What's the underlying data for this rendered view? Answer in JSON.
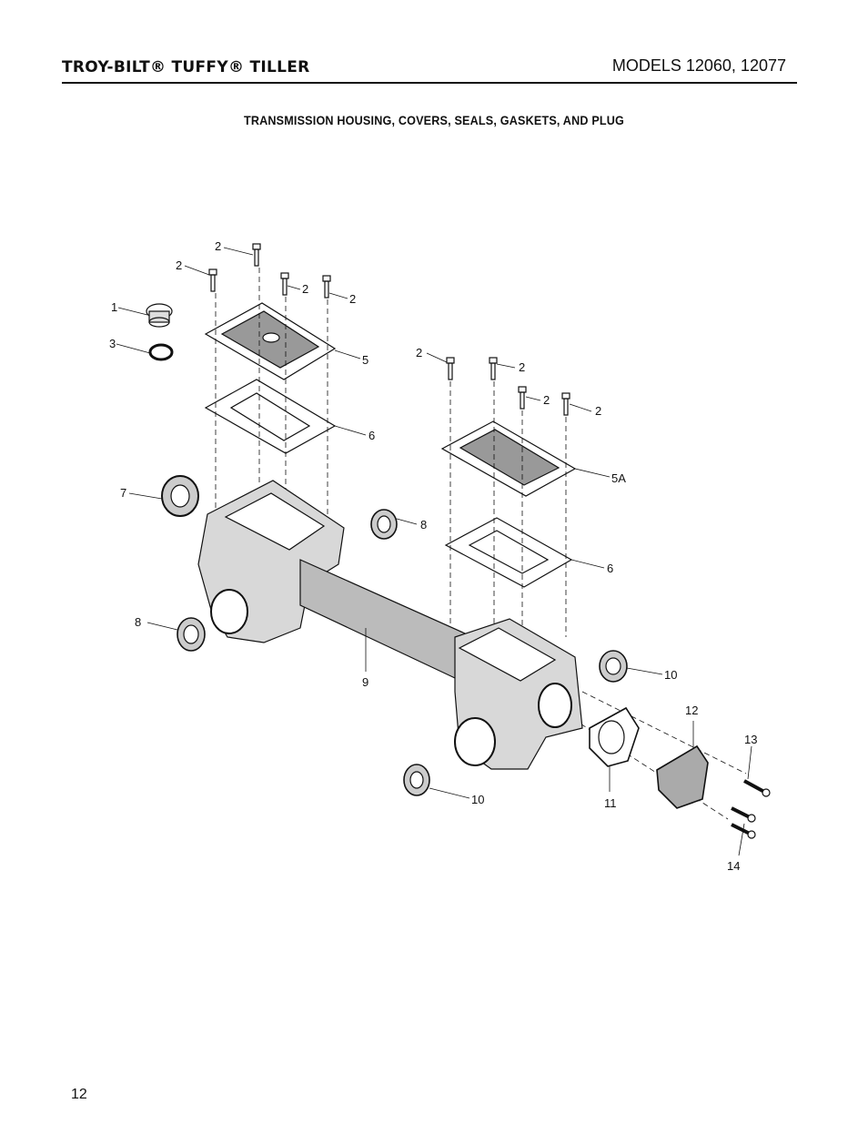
{
  "header": {
    "brand": "TROY-BILT® TUFFY® TILLER",
    "models": "MODELS 12060, 12077"
  },
  "section_title": "TRANSMISSION HOUSING, COVERS, SEALS, GASKETS, AND PLUG",
  "callouts": {
    "c1": "1",
    "c2a": "2",
    "c2b": "2",
    "c2c": "2",
    "c2d": "2",
    "c2e": "2",
    "c2f": "2",
    "c2g": "2",
    "c2h": "2",
    "c3": "3",
    "c5": "5",
    "c5a": "5A",
    "c6a": "6",
    "c6b": "6",
    "c7": "7",
    "c8a": "8",
    "c8b": "8",
    "c9": "9",
    "c10a": "10",
    "c10b": "10",
    "c11": "11",
    "c12": "12",
    "c13": "13",
    "c14": "14"
  },
  "page_number": "12"
}
